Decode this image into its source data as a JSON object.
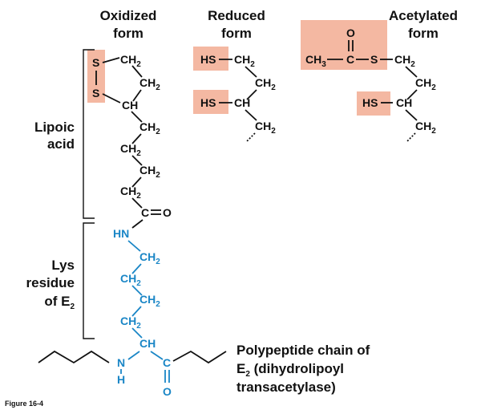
{
  "colors": {
    "highlight": "#f4b8a2",
    "lysine_blue": "#1a86c6",
    "ink": "#111111"
  },
  "headers": {
    "oxidized": [
      "Oxidized",
      "form"
    ],
    "reduced": [
      "Reduced",
      "form"
    ],
    "acetylated": [
      "Acetylated",
      "form"
    ]
  },
  "labels": {
    "lipoic": [
      "Lipoic",
      "acid"
    ],
    "lys": [
      "Lys",
      "residue",
      "of E",
      "2"
    ],
    "polypeptide": [
      "Polypeptide chain of",
      "E",
      "2",
      " (dihydrolipoyl",
      "transacetylase)"
    ]
  },
  "atoms": {
    "s": "S",
    "ch": "CH",
    "ch2": "CH",
    "two": "2",
    "c": "C",
    "o": "O",
    "n": "N",
    "h": "H",
    "hn": "HN",
    "hs": "HS",
    "ch3": "CH",
    "three": "3"
  },
  "figure_label": "Figure 16-4"
}
